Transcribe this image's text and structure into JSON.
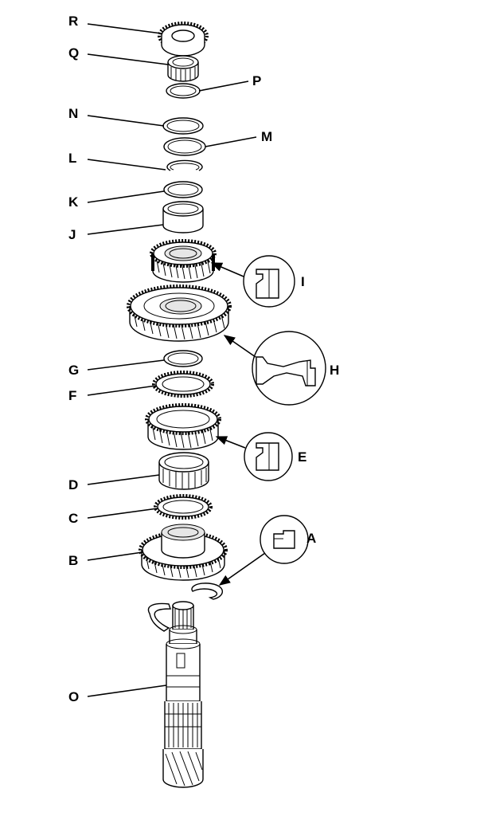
{
  "labels": {
    "R": "R",
    "Q": "Q",
    "P": "P",
    "N": "N",
    "M": "M",
    "L": "L",
    "K": "K",
    "J": "J",
    "I": "I",
    "H": "H",
    "G": "G",
    "F": "F",
    "E": "E",
    "D": "D",
    "C": "C",
    "B": "B",
    "A": "A",
    "O": "O"
  }
}
